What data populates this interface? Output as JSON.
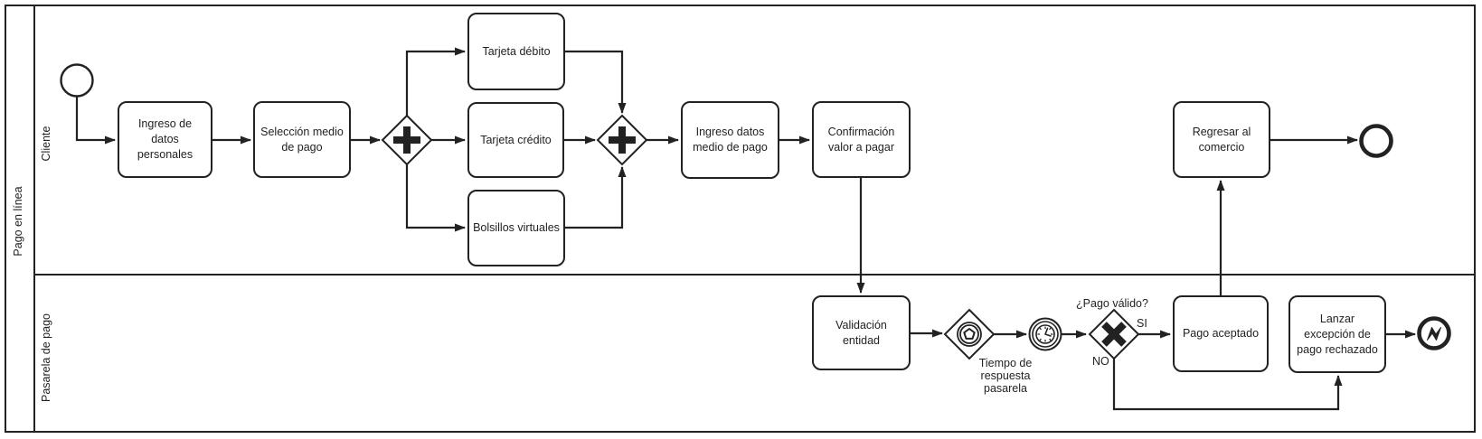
{
  "pool": {
    "label": "Pago en línea",
    "lanes": [
      {
        "label": "Cliente"
      },
      {
        "label": "Pasarela de pago"
      }
    ]
  },
  "nodes": {
    "tasks": [
      {
        "label": "Ingreso de datos personales"
      },
      {
        "label": "Selección medio de pago"
      },
      {
        "label": "Tarjeta débito"
      },
      {
        "label": "Tarjeta crédito"
      },
      {
        "label": "Bolsillos virtuales"
      },
      {
        "label": "Ingreso datos medio de pago"
      },
      {
        "label": "Confirmación valor a pagar"
      },
      {
        "label": "Validación entidad"
      },
      {
        "label": "Pago aceptado"
      },
      {
        "label": "Lanzar excepción de pago rechazado"
      },
      {
        "label": "Regresar al comercio"
      }
    ],
    "gateways": [
      {
        "type": "parallel",
        "icon": "plus-icon"
      },
      {
        "type": "parallel",
        "icon": "plus-icon"
      },
      {
        "type": "event-based",
        "icon": "pentagon-in-circles-icon"
      },
      {
        "type": "exclusive",
        "icon": "x-icon"
      }
    ],
    "events": [
      {
        "type": "start"
      },
      {
        "type": "intermediate-timer",
        "icon": "clock-icon",
        "label": "Tiempo de respuesta pasarela"
      },
      {
        "type": "end"
      },
      {
        "type": "end-error",
        "icon": "lightning-icon"
      }
    ]
  },
  "flow_labels": {
    "condition": "¿Pago válido?",
    "yes": "SI",
    "no": "NO"
  },
  "colors": {
    "stroke": "#222222",
    "fill": "#ffffff",
    "background": "#ffffff"
  }
}
